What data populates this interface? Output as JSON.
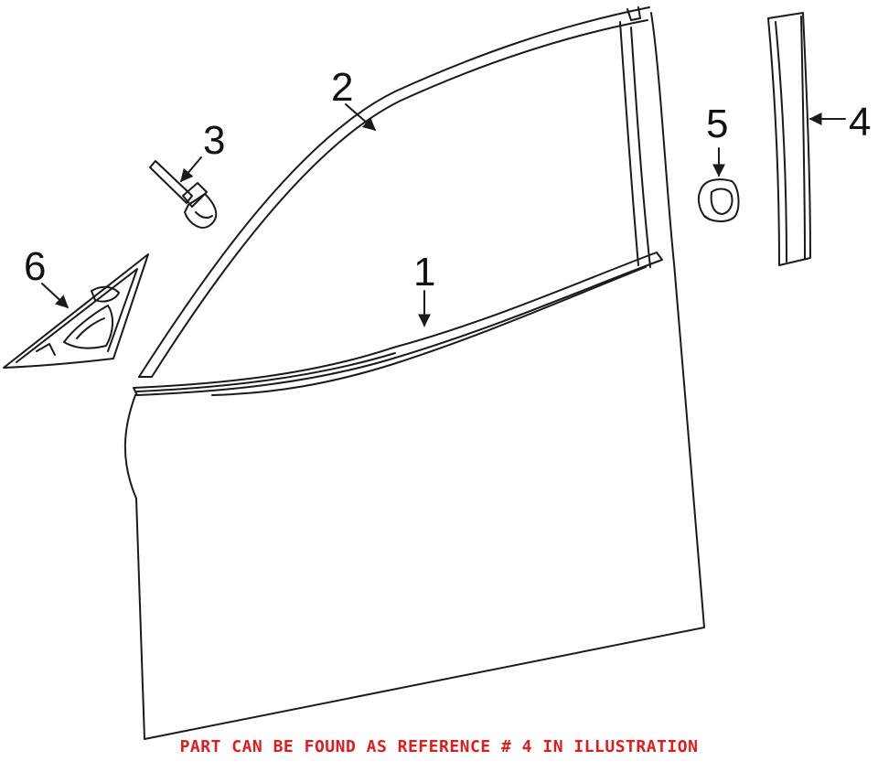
{
  "diagram": {
    "callouts": [
      "1",
      "2",
      "3",
      "4",
      "5",
      "6"
    ],
    "line_color": "#1a1a1a"
  },
  "footer": {
    "text": "PART CAN BE FOUND AS REFERENCE # 4 IN ILLUSTRATION",
    "color": "#e21b1b"
  }
}
